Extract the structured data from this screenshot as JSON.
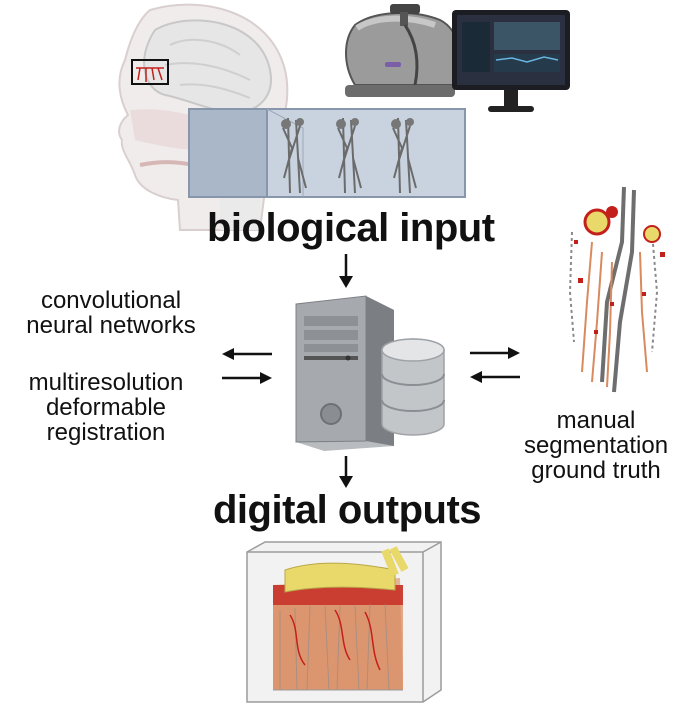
{
  "labels": {
    "biological_input": "biological input",
    "digital_outputs": "digital outputs",
    "left_methods": {
      "cnn_line1": "convolutional",
      "cnn_line2": "neural networks",
      "reg_line1": "multiresolution",
      "reg_line2": "deformable",
      "reg_line3": "registration"
    },
    "right_label": {
      "line1": "manual",
      "line2": "segmentation",
      "line3": "ground truth"
    }
  },
  "icons": [
    "head-anatomy-icon",
    "microscope-icon",
    "monitor-icon",
    "tissue-slide-icon",
    "computer-tower-icon",
    "database-icon",
    "segmentation-image-icon",
    "volume-render-icon",
    "arrow-down-icon",
    "arrow-left-icon",
    "arrow-right-icon"
  ],
  "colors": {
    "text": "#111111",
    "slide_glass": "#b9c7d8",
    "server_gray": "#8f9397",
    "tissue_red": "#c3201c",
    "tissue_yellow": "#e9d86a",
    "tissue_orange": "#d98a5e"
  }
}
